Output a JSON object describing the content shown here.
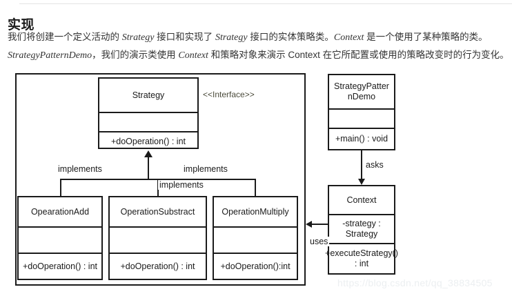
{
  "article": {
    "title": "实现",
    "paragraph_1_parts": [
      {
        "text": "我们将创建一个定义活动的 ",
        "italic": false
      },
      {
        "text": "Strategy",
        "italic": true
      },
      {
        "text": " 接口和实现了 ",
        "italic": false
      },
      {
        "text": "Strategy",
        "italic": true
      },
      {
        "text": " 接口的实体策略类。",
        "italic": false
      },
      {
        "text": "Context",
        "italic": true
      },
      {
        "text": " 是一个使用了某种策略的类。",
        "italic": false
      }
    ],
    "paragraph_2_parts": [
      {
        "text": "StrategyPatternDemo",
        "italic": true
      },
      {
        "text": "，我们的演示类使用 ",
        "italic": false
      },
      {
        "text": "Context",
        "italic": true
      },
      {
        "text": " 和策略对象来演示 Context 在它所配置或使用的策略改变时的行为变化。",
        "italic": false
      }
    ],
    "watermark": "https://blog.csdn.net/qq_38834505"
  },
  "diagram": {
    "type": "uml-class-diagram",
    "stereotype_label": "<<Interface>>",
    "classes": {
      "strategy": {
        "name": "Strategy",
        "attributes": "",
        "operations": "+doOperation()  : int"
      },
      "operation_add": {
        "name": "OpearationAdd",
        "attributes": "",
        "operations": "+doOperation()  : int"
      },
      "operation_substract": {
        "name": "OperationSubstract",
        "attributes": "",
        "operations": "+doOperation()  : int"
      },
      "operation_multiply": {
        "name": "OperationMultiply",
        "attributes": "",
        "operations": "+doOperation():int"
      },
      "strategy_pattern_demo": {
        "name": "StrategyPatter nDemo",
        "attributes": "",
        "operations": "+main() : void"
      },
      "context": {
        "name": "Context",
        "attributes": "-strategy : Strategy",
        "operations": "+executeStrategy() : int"
      }
    },
    "relations": {
      "implements_left": "implements",
      "implements_middle": "implements",
      "implements_right": "implements",
      "asks": "asks",
      "uses": "uses"
    },
    "colors": {
      "stroke": "#1a1a1a",
      "background": "#ffffff",
      "stereotype_text": "#4a4a3a"
    }
  }
}
